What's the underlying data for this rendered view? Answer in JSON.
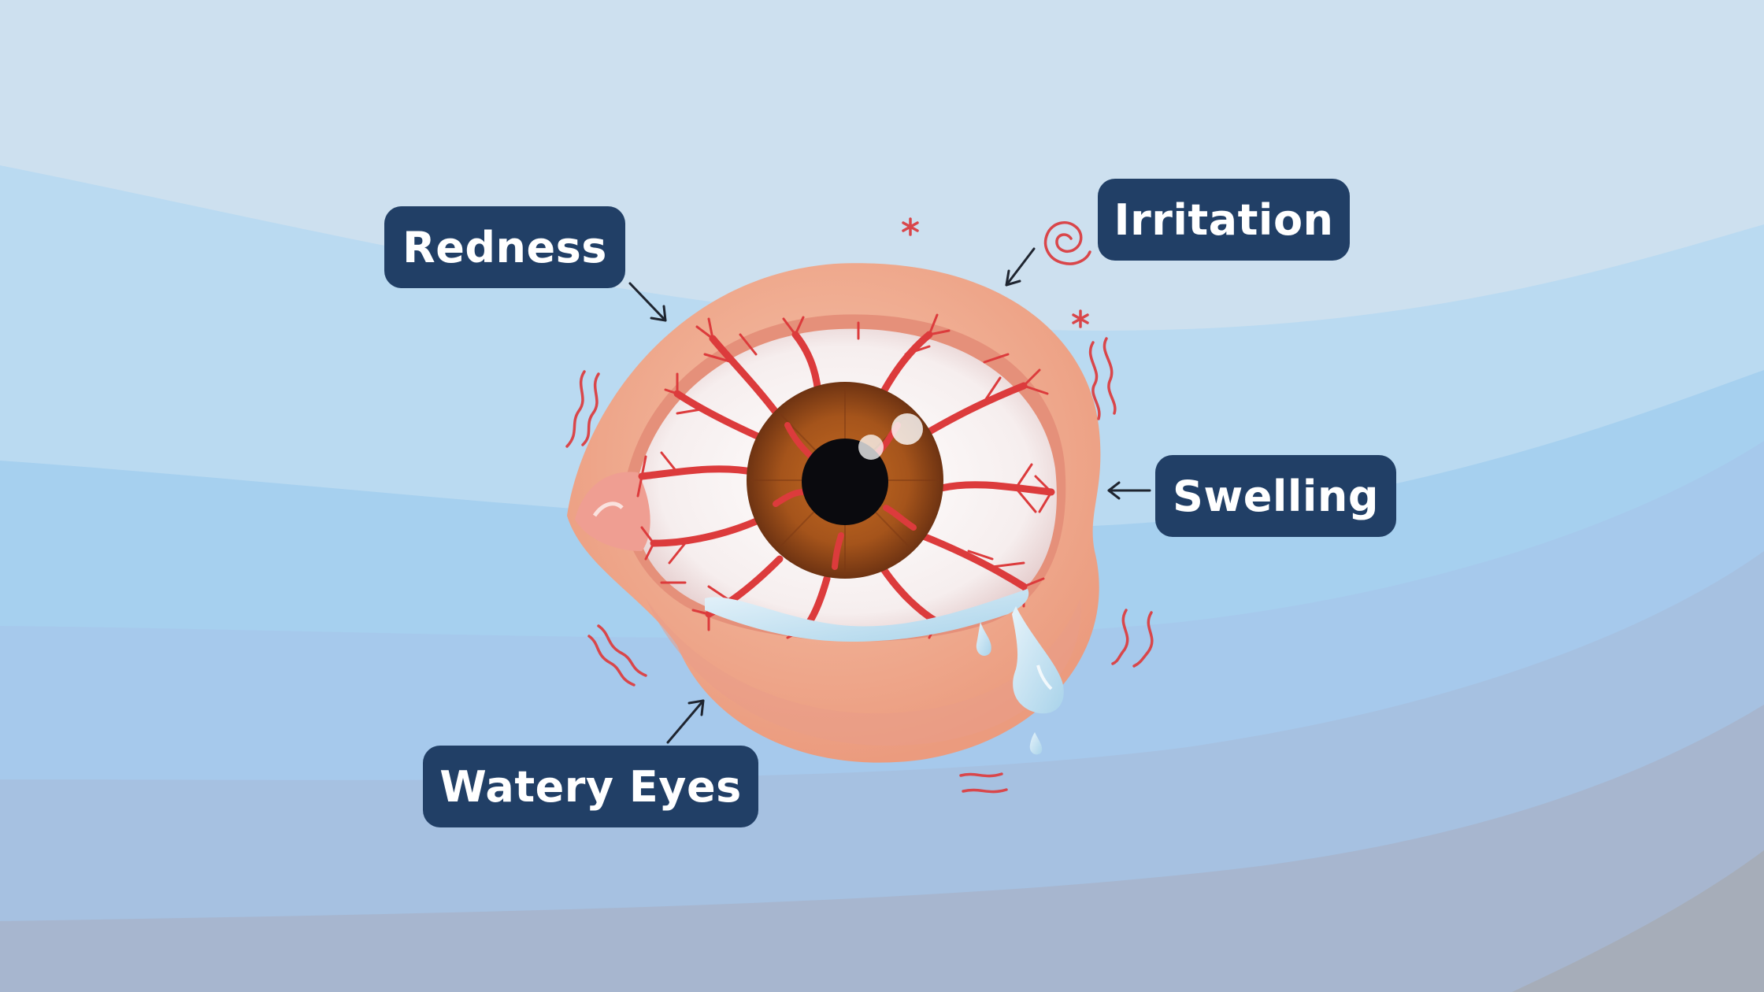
{
  "diagram": {
    "subject": "Eye symptoms illustration",
    "labels": [
      {
        "id": "redness",
        "text": "Redness"
      },
      {
        "id": "irritation",
        "text": "Irritation"
      },
      {
        "id": "swelling",
        "text": "Swelling"
      },
      {
        "id": "watery_eyes",
        "text": "Watery Eyes"
      }
    ],
    "colors": {
      "label_bg": "#213f66",
      "label_text": "#ffffff",
      "bg_top": "#cde0ef",
      "bg_mid": "#b9daf1",
      "bg_low": "#a5cfee",
      "bg_bottom": "#a7b3c4",
      "vein": "#d9383a",
      "iris": "#8a4214",
      "eyelid": "#f0a88c",
      "tear": "#cfe6f3"
    },
    "icons": [
      "arrow-icon",
      "spiral-icon",
      "asterisk-icon",
      "squiggle-icon",
      "tear-drop-icon"
    ]
  }
}
